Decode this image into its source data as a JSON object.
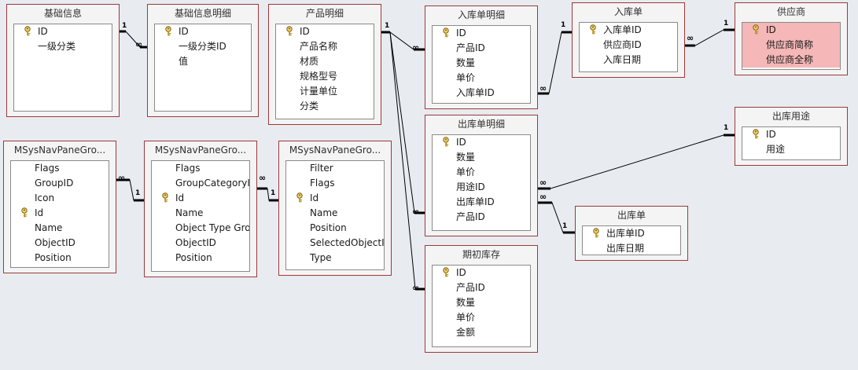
{
  "tables": [
    {
      "id": "jichu",
      "title": "基础信息",
      "fields": [
        {
          "name": "ID",
          "key": true
        },
        {
          "name": "一级分类",
          "key": false
        }
      ]
    },
    {
      "id": "jichumingxi",
      "title": "基础信息明细",
      "fields": [
        {
          "name": "ID",
          "key": true
        },
        {
          "name": "一级分类ID",
          "key": false
        },
        {
          "name": "值",
          "key": false
        }
      ]
    },
    {
      "id": "chanpin",
      "title": "产品明细",
      "fields": [
        {
          "name": "ID",
          "key": true
        },
        {
          "name": "产品名称",
          "key": false
        },
        {
          "name": "材质",
          "key": false
        },
        {
          "name": "规格型号",
          "key": false
        },
        {
          "name": "计量单位",
          "key": false
        },
        {
          "name": "分类",
          "key": false
        }
      ]
    },
    {
      "id": "rukumingxi",
      "title": "入库单明细",
      "fields": [
        {
          "name": "ID",
          "key": true
        },
        {
          "name": "产品ID",
          "key": false
        },
        {
          "name": "数量",
          "key": false
        },
        {
          "name": "单价",
          "key": false
        },
        {
          "name": "入库单ID",
          "key": false
        }
      ]
    },
    {
      "id": "rukudan",
      "title": "入库单",
      "fields": [
        {
          "name": "入库单ID",
          "key": true
        },
        {
          "name": "供应商ID",
          "key": false
        },
        {
          "name": "入库日期",
          "key": false
        }
      ]
    },
    {
      "id": "gongyingshang",
      "title": "供应商",
      "fields": [
        {
          "name": "ID",
          "key": true,
          "selected": true
        },
        {
          "name": "供应商简称",
          "key": false,
          "selected": true
        },
        {
          "name": "供应商全称",
          "key": false,
          "selected": true
        }
      ]
    },
    {
      "id": "chukumingxi",
      "title": "出库单明细",
      "fields": [
        {
          "name": "ID",
          "key": true
        },
        {
          "name": "数量",
          "key": false
        },
        {
          "name": "单价",
          "key": false
        },
        {
          "name": "用途ID",
          "key": false
        },
        {
          "name": "出库单ID",
          "key": false
        },
        {
          "name": "产品ID",
          "key": false
        }
      ]
    },
    {
      "id": "chukuyongtu",
      "title": "出库用途",
      "fields": [
        {
          "name": "ID",
          "key": true
        },
        {
          "name": "用途",
          "key": false
        }
      ]
    },
    {
      "id": "chukudan",
      "title": "出库单",
      "fields": [
        {
          "name": "出库单ID",
          "key": true
        },
        {
          "name": "出库日期",
          "key": false
        }
      ]
    },
    {
      "id": "qichu",
      "title": "期初库存",
      "fields": [
        {
          "name": "ID",
          "key": true
        },
        {
          "name": "产品ID",
          "key": false
        },
        {
          "name": "数量",
          "key": false
        },
        {
          "name": "单价",
          "key": false
        },
        {
          "name": "金额",
          "key": false
        }
      ]
    },
    {
      "id": "navgroups1",
      "title": "MSysNavPaneGro...",
      "fields": [
        {
          "name": "Flags",
          "key": false
        },
        {
          "name": "GroupID",
          "key": false
        },
        {
          "name": "Icon",
          "key": false
        },
        {
          "name": "Id",
          "key": true
        },
        {
          "name": "Name",
          "key": false
        },
        {
          "name": "ObjectID",
          "key": false
        },
        {
          "name": "Position",
          "key": false
        }
      ]
    },
    {
      "id": "navgroups2",
      "title": "MSysNavPaneGro...",
      "fields": [
        {
          "name": "Flags",
          "key": false
        },
        {
          "name": "GroupCategoryID",
          "key": false
        },
        {
          "name": "Id",
          "key": true
        },
        {
          "name": "Name",
          "key": false
        },
        {
          "name": "Object Type Group",
          "key": false
        },
        {
          "name": "ObjectID",
          "key": false
        },
        {
          "name": "Position",
          "key": false
        }
      ]
    },
    {
      "id": "navgroups3",
      "title": "MSysNavPaneGro...",
      "fields": [
        {
          "name": "Filter",
          "key": false
        },
        {
          "name": "Flags",
          "key": false
        },
        {
          "name": "Id",
          "key": true
        },
        {
          "name": "Name",
          "key": false
        },
        {
          "name": "Position",
          "key": false
        },
        {
          "name": "SelectedObjectID",
          "key": false
        },
        {
          "name": "Type",
          "key": false
        }
      ]
    }
  ],
  "relationship_labels": {
    "one": "1",
    "many": "∞"
  },
  "colors": {
    "table_border": "#9b3a3a",
    "selected_field": "#f5b7b7",
    "background": "#e8ebf0",
    "line": "#000000"
  }
}
